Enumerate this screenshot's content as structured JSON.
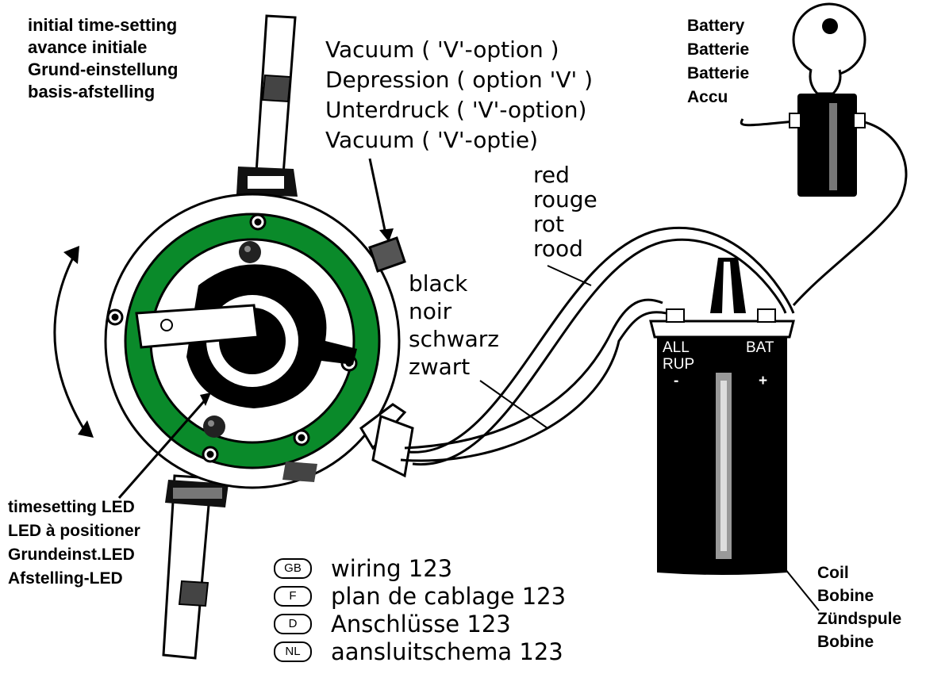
{
  "initial_timing": [
    "initial time-setting",
    "avance initiale",
    "Grund-einstellung",
    "basis-afstelling"
  ],
  "vacuum": [
    "Vacuum ( 'V'-option )",
    "Depression ( option 'V' )",
    "Unterdruck ( 'V'-option)",
    "Vacuum ( 'V'-optie)"
  ],
  "battery": [
    "Battery",
    "Batterie",
    "Batterie",
    "Accu"
  ],
  "red_wire": [
    "red",
    "rouge",
    "rot",
    "rood"
  ],
  "black_wire": [
    "black",
    "noir",
    "schwarz",
    "zwart"
  ],
  "coil_terminals": {
    "left_top": "ALL",
    "left_bottom": "RUP",
    "left_sign": "-",
    "right_top": "BAT",
    "right_sign": "+"
  },
  "timing_led": [
    "timesetting LED",
    "LED à positioner",
    "Grundeinst.LED",
    "Afstelling-LED"
  ],
  "coil": [
    "Coil",
    "Bobine",
    "Zündspule",
    "Bobine"
  ],
  "legend": [
    {
      "badge": "GB",
      "text": "wiring 123"
    },
    {
      "badge": "F",
      "text": "plan de cablage 123"
    },
    {
      "badge": "D",
      "text": "Anschlüsse 123"
    },
    {
      "badge": "NL",
      "text": "aansluitschema 123"
    }
  ],
  "colors": {
    "ring": "#0a8a2a",
    "ink": "#000000",
    "paper": "#ffffff"
  }
}
